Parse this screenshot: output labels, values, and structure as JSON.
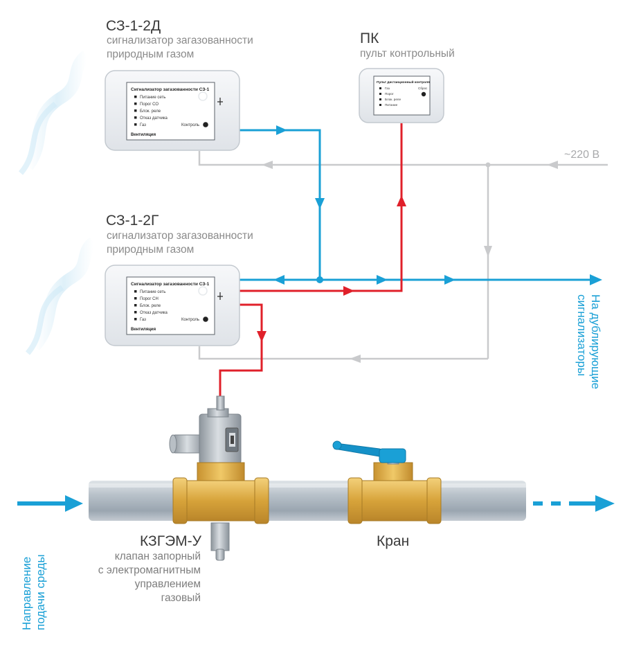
{
  "devices": {
    "sz_d": {
      "title": "СЗ-1-2Д",
      "subtitle_1": "сигнализатор загазованности",
      "subtitle_2": "природным газом",
      "screen_header": "Сигнализатор загазованности СЗ-1",
      "screen_items": [
        "Питание сеть",
        "Порог СО",
        "Блок. реле",
        "Отказ датчика",
        "Газ"
      ],
      "button_label": "Контроль",
      "footer_label": "Вентиляция"
    },
    "pk": {
      "title": "ПК",
      "subtitle_1": "пульт контрольный",
      "screen_header": "Пульт дистанционный контроля",
      "screen_items": [
        "Газ",
        "Порог",
        "Блок. реле",
        "Питание"
      ],
      "button_label": "Сброс"
    },
    "sz_g": {
      "title": "СЗ-1-2Г",
      "subtitle_1": "сигнализатор загазованности",
      "subtitle_2": "природным газом",
      "screen_header": "Сигнализатор загазованности СЗ-1",
      "screen_items": [
        "Питание сеть",
        "Порог СН",
        "Блок. реле",
        "Отказ датчика",
        "Газ"
      ],
      "button_label": "Контроль",
      "footer_label": "Вентиляция"
    },
    "valve": {
      "title": "КЗГЭМ-У",
      "subtitle_lines": [
        "клапан запорный",
        "с электромагнитным",
        "управлением",
        "газовый"
      ]
    },
    "tap": {
      "title": "Кран"
    }
  },
  "labels": {
    "power": "~220 В",
    "duplicate_1": "На дублирующие",
    "duplicate_2": "сигнализаторы",
    "flow_1": "Направление",
    "flow_2": "подачи среды"
  },
  "colors": {
    "signal_line": "#1aa0d6",
    "control_line": "#e0202a",
    "power_line": "#c9cacc",
    "pipe": "#c5ccd3",
    "brass": "#d9a63b",
    "handle": "#1aa0d6"
  }
}
